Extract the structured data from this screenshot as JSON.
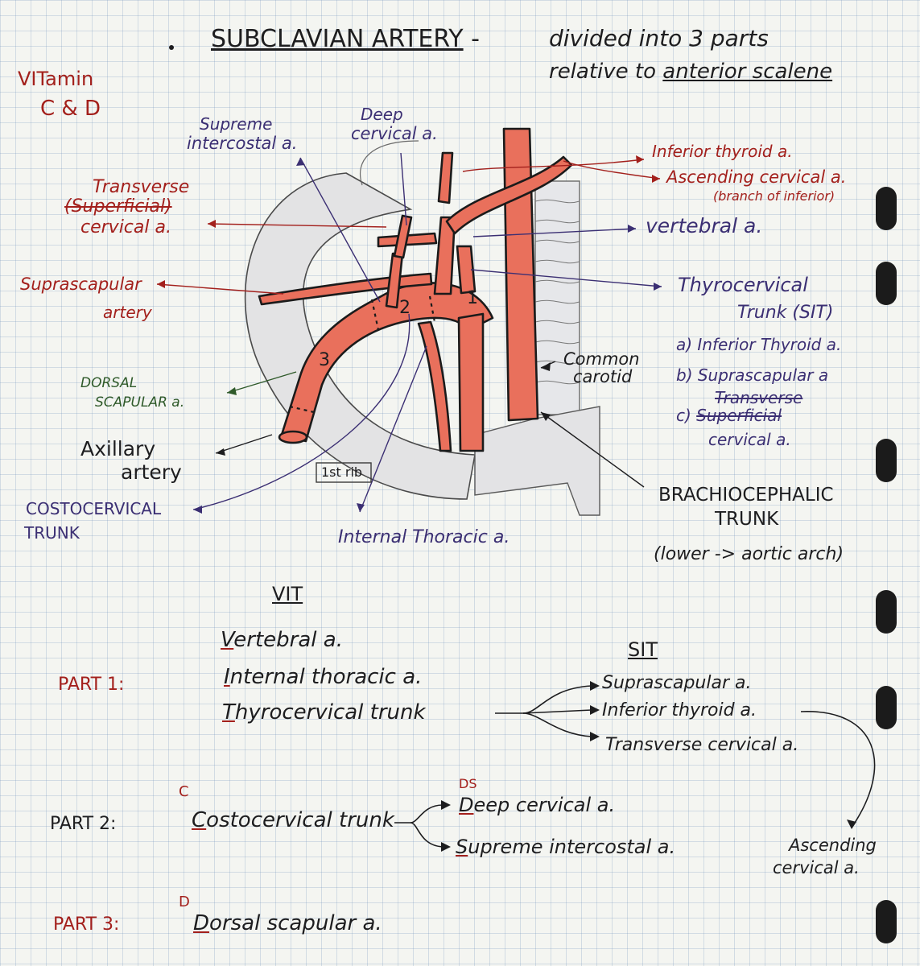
{
  "title": {
    "main": "SUBCLAVIAN ARTERY",
    "dash": "-",
    "line1": "divided into 3 parts",
    "line2_prefix": "relative to",
    "line2_underlined": "anterior scalene"
  },
  "mnemonic": {
    "line1": "VITamin",
    "line2": "C & D"
  },
  "diagram_labels": {
    "supreme_intercostal": [
      "Supreme",
      "intercostal a."
    ],
    "deep_cervical": [
      "Deep",
      "cervical a."
    ],
    "transverse_cervical": {
      "line1": "Transverse",
      "struck": "(Superficial)",
      "line3": "cervical a."
    },
    "suprascapular": [
      "Suprascapular",
      "artery"
    ],
    "dorsal_scapular": [
      "DORSAL",
      "SCAPULAR a."
    ],
    "axillary": [
      "Axillary",
      "artery"
    ],
    "costocervical": [
      "COSTOCERVICAL",
      "TRUNK"
    ],
    "inferior_thyroid": "Inferior thyroid a.",
    "ascending_cervical": [
      "Ascending cervical a.",
      "(branch of inferior)"
    ],
    "vertebral": "vertebral a.",
    "thyrocervical": [
      "Thyrocervical",
      "Trunk (SIT)"
    ],
    "sit_list": {
      "a": "a) Inferior Thyroid a.",
      "b": "b) Suprascapular a",
      "c_prefix": "c)",
      "struck1": "Transverse",
      "struck2": "Superficial",
      "c_line2": "cervical a."
    },
    "common_carotid": [
      "Common",
      "carotid"
    ],
    "brachiocephalic": [
      "BRACHIOCEPHALIC",
      "TRUNK"
    ],
    "brachio_note": "(lower -> aortic arch)",
    "internal_thoracic": "Internal Thoracic a.",
    "rib": "1st rib",
    "part_numbers": [
      "1",
      "2",
      "3"
    ]
  },
  "vit_heading": "VIT",
  "sit_heading": "SIT",
  "part1": {
    "label": "PART 1:",
    "items": [
      {
        "initial": "V",
        "rest": "ertebral a."
      },
      {
        "initial": "I",
        "rest": "nternal thoracic a."
      },
      {
        "initial": "T",
        "rest": "hyrocervical trunk"
      }
    ],
    "sit_items": [
      "Suprascapular a.",
      "Inferior thyroid a.",
      "Transverse cervical a."
    ],
    "ascending": [
      "Ascending",
      "cervical a."
    ]
  },
  "part2": {
    "label": "PART 2:",
    "letter": "C",
    "initial": "C",
    "rest": "ostocervical trunk",
    "ds_letters": "DS",
    "branches": [
      {
        "initial": "D",
        "rest": "eep cervical a."
      },
      {
        "initial": "S",
        "rest": "upreme intercostal a."
      }
    ]
  },
  "part3": {
    "label": "PART 3:",
    "letter": "D",
    "initial": "D",
    "rest": "orsal scapular a."
  },
  "colors": {
    "artery": "#e9705c",
    "artery_outline": "#1b1b1b",
    "red_ink": "#a3201c",
    "navy_ink": "#3b2f73",
    "green_ink": "#2f5a2a",
    "black_ink": "#1d1d1f"
  }
}
